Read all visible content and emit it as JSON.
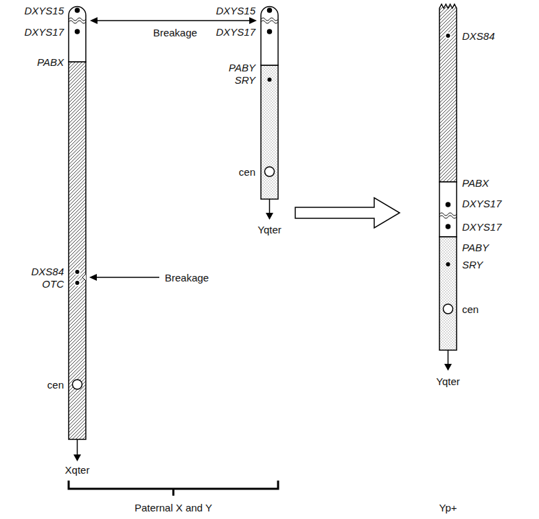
{
  "diagram": {
    "labels": [
      "DXYS15",
      "DXYS17",
      "PABX",
      "DXS84",
      "OTC",
      "cen",
      "Xqter",
      "DXYS15",
      "DXYS17",
      "PABY",
      "SRY",
      "cen",
      "Yqter",
      "Breakage",
      "Breakage",
      "DXS84",
      "PABX",
      "DXYS17",
      "DXYS17",
      "PABY",
      "SRY",
      "cen",
      "Yqter",
      "Paternal X and Y",
      "Yp+"
    ]
  }
}
